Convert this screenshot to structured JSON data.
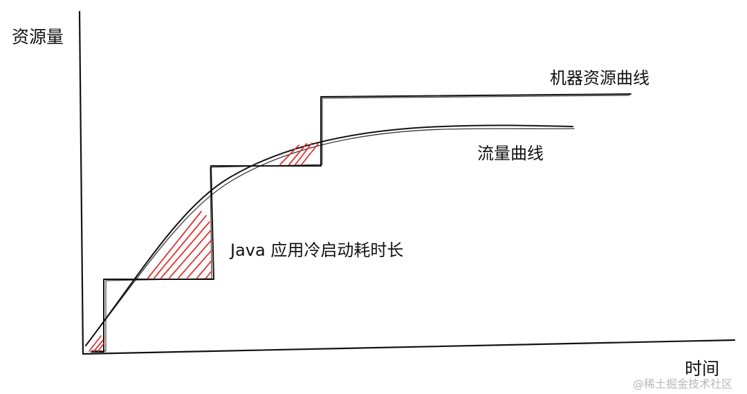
{
  "diagram": {
    "y_axis_label": "资源量",
    "x_axis_label": "时间",
    "machine_curve_label": "机器资源曲线",
    "traffic_curve_label": "流量曲线",
    "cold_start_label": "Java 应用冷启动耗时长",
    "watermark": "@稀土掘金技术社区",
    "colors": {
      "line": "#111111",
      "hatch": "#e03131",
      "watermark": "#b8b8b8"
    }
  }
}
